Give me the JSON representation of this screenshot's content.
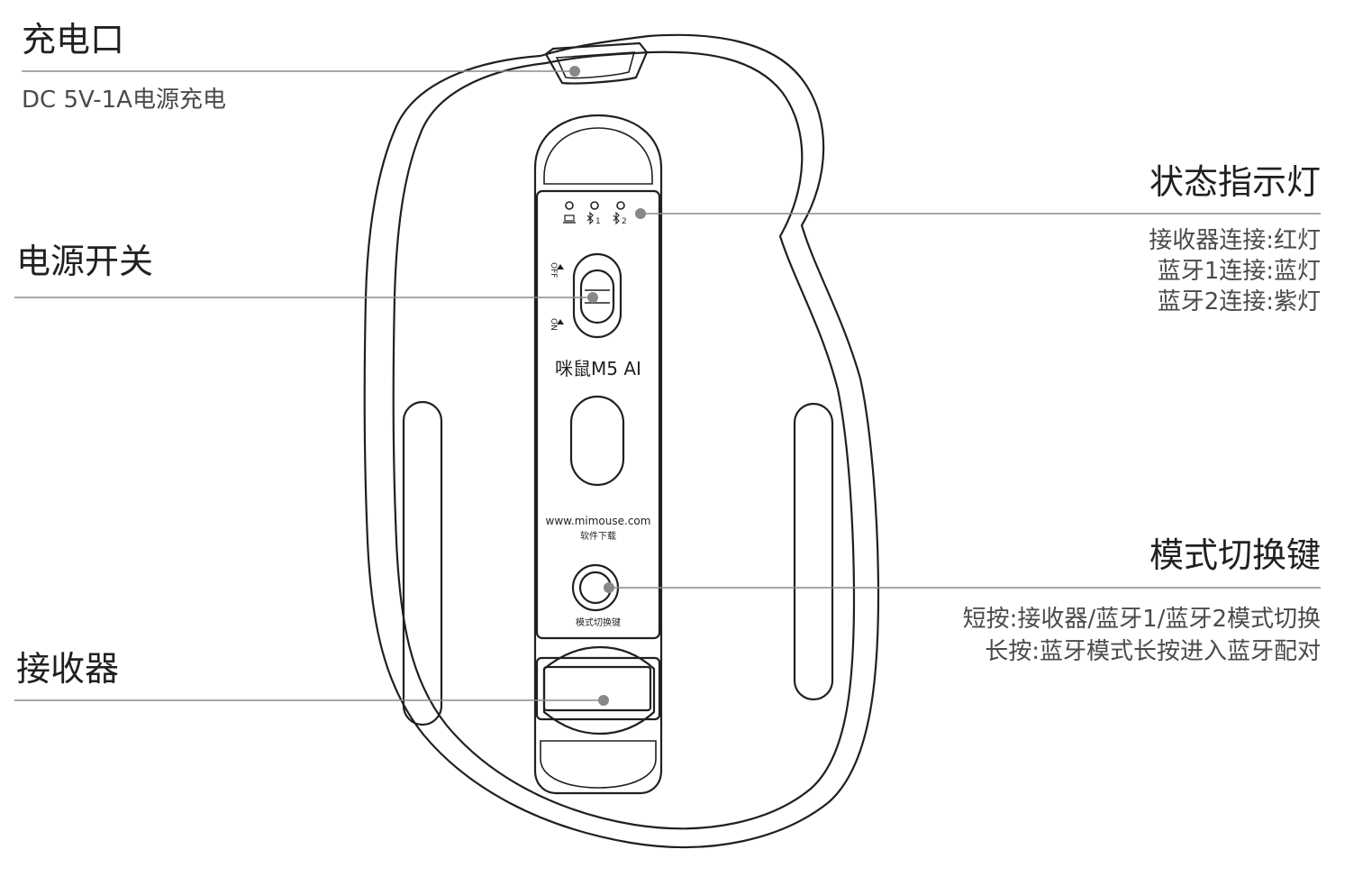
{
  "callouts": {
    "charging_port": {
      "title": "充电口",
      "desc": "DC 5V-1A电源充电"
    },
    "status_light": {
      "title": "状态指示灯",
      "lines": [
        "接收器连接:红灯",
        "蓝牙1连接:蓝灯",
        "蓝牙2连接:紫灯"
      ]
    },
    "power_switch": {
      "title": "电源开关"
    },
    "mode_button": {
      "title": "模式切换键",
      "lines": [
        "短按:接收器/蓝牙1/蓝牙2模式切换",
        "长按:蓝牙模式长按进入蓝牙配对"
      ]
    },
    "receiver": {
      "title": "接收器"
    }
  },
  "mouse": {
    "model": "咪鼠M5 AI",
    "website": "www.mimouse.com",
    "software_download": "软件下载",
    "mode_button_label": "模式切换键",
    "switch_off": "OFF",
    "switch_on": "ON",
    "led_labels": [
      "1",
      "2"
    ]
  },
  "icons": [
    "receiver-icon",
    "bluetooth-icon"
  ],
  "colors": {
    "line": "#231f20",
    "leader": "#8a8a8a",
    "dot": "#888888"
  }
}
